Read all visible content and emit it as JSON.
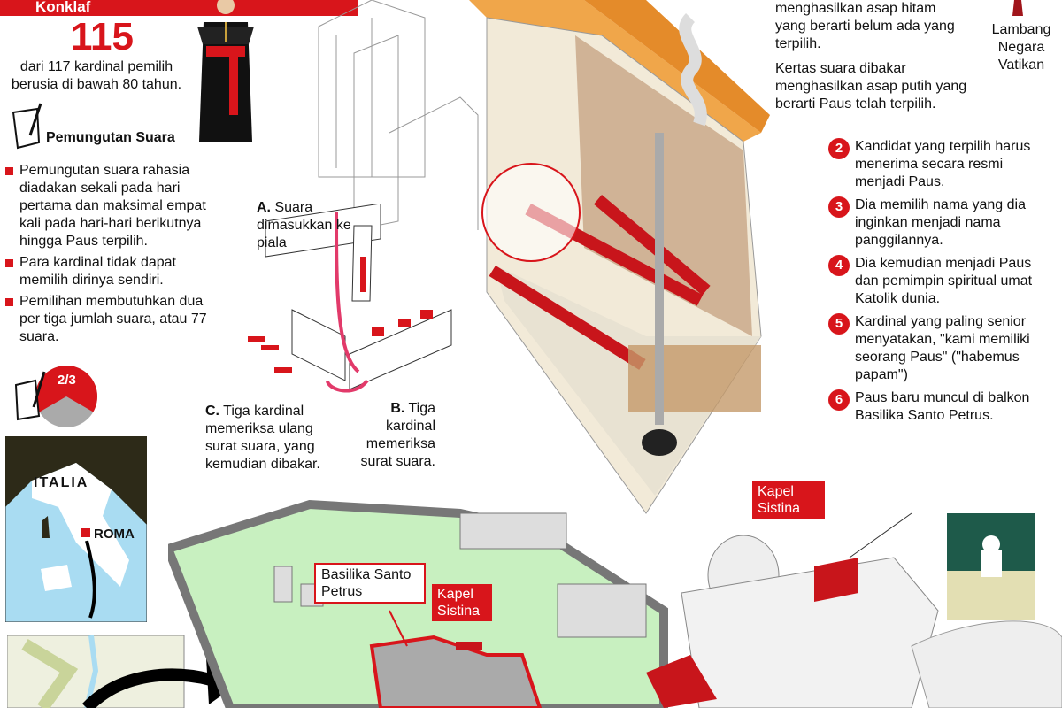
{
  "header": {
    "title": "Konklaf"
  },
  "stats": {
    "number": "115",
    "description": "dari 117 kardinal pemilih berusia di bawah 80 tahun."
  },
  "voting": {
    "title": "Pemungutan Suara",
    "bullets": [
      "Pemungutan suara rahasia diadakan sekali pada hari pertama dan maksimal empat kali pada hari-hari berikutnya hingga Paus terpilih.",
      "Para kardinal tidak dapat memilih dirinya sendiri.",
      "Pemilihan membutuhkan dua per tiga jumlah suara, atau 77 suara."
    ],
    "fraction_label": "2/3",
    "fraction_value": 0.667
  },
  "process": {
    "a": {
      "letter": "A.",
      "text": "Suara dimasukkan ke piala"
    },
    "b": {
      "letter": "B.",
      "text": "Tiga kardinal memeriksa surat suara."
    },
    "c": {
      "letter": "C.",
      "text": "Tiga kardinal memeriksa ulang surat suara, yang kemudian dibakar."
    }
  },
  "smoke": {
    "black": "menghasilkan asap hitam yang berarti belum ada yang terpilih.",
    "white": "Kertas suara dibakar menghasilkan asap putih yang berarti Paus telah terpilih."
  },
  "emblem": {
    "label": "Lambang Negara Vatikan"
  },
  "steps": [
    {
      "n": "2",
      "text": "Kandidat yang terpilih harus menerima secara resmi menjadi Paus."
    },
    {
      "n": "3",
      "text": "Dia memilih nama yang dia inginkan menjadi nama panggilannya."
    },
    {
      "n": "4",
      "text": "Dia kemudian menjadi Paus dan pemimpin spiritual umat Katolik dunia."
    },
    {
      "n": "5",
      "text": "Kardinal yang paling senior menyatakan, \"kami memiliki seorang Paus\" (\"habemus papam\")"
    },
    {
      "n": "6",
      "text": "Paus baru muncul di balkon Basilika Santo Petrus."
    }
  ],
  "map": {
    "country": "ITALIA",
    "city": "ROMA",
    "basilica": "Basilika Santo Petrus",
    "chapel": "Kapel Sistina",
    "chapel2": "Kapel Sistina"
  },
  "colors": {
    "accent": "#d8151b",
    "roof": "#f0a64a",
    "sea": "#a9dcf2",
    "garden": "#c8f0c0"
  }
}
